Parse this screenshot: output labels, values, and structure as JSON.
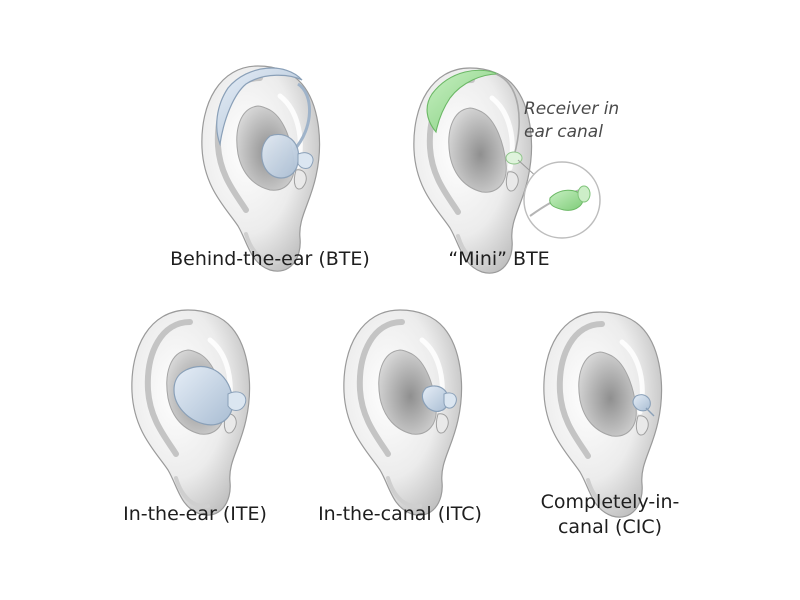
{
  "figures": [
    {
      "id": "bte",
      "caption": "Behind-the-ear (BTE)"
    },
    {
      "id": "mini-bte",
      "caption": "“Mini” BTE",
      "callout_line1": "Receiver in",
      "callout_line2": "ear canal"
    },
    {
      "id": "ite",
      "caption": "In-the-ear (ITE)"
    },
    {
      "id": "itc",
      "caption": "In-the-canal (ITC)"
    },
    {
      "id": "cic",
      "caption_line1": "Completely-in-",
      "caption_line2": "canal (CIC)"
    }
  ],
  "colors": {
    "ear_fill": "#f2f2f2",
    "ear_shadow": "#b9b9b9",
    "ear_outline": "#8c8c8c",
    "device_blue": "#c9d9ea",
    "device_green": "#9fd99a",
    "caption_text": "#1e1e1e"
  }
}
